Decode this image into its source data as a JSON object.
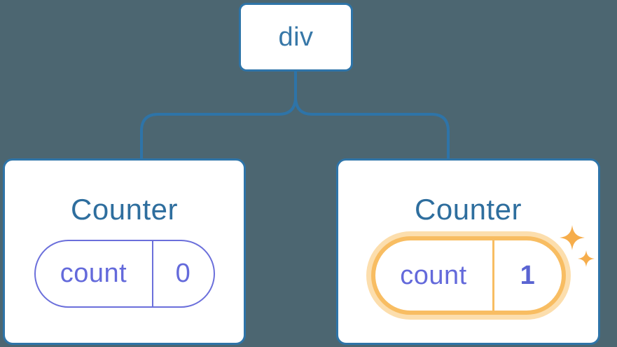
{
  "tree": {
    "root": {
      "label": "div"
    },
    "nodes": [
      {
        "title": "Counter",
        "state": {
          "key": "count",
          "value": "0"
        },
        "highlighted": false
      },
      {
        "title": "Counter",
        "state": {
          "key": "count",
          "value": "1"
        },
        "highlighted": true
      }
    ]
  },
  "icons": {
    "sparkle_large": "sparkle-icon",
    "sparkle_small": "sparkle-icon"
  },
  "colors": {
    "background": "#4C6671",
    "card_fill": "#FFFFFF",
    "card_border": "#2E74A8",
    "connector_line": "#2E74A8",
    "root_label_text": "#3878A8",
    "card_title_text": "#2E6E9E",
    "state_border": "#6B6FDB",
    "state_text": "#646ADB",
    "state_value_highlight_text": "#5A64D2",
    "highlight_stroke": "#F8BD62",
    "highlight_glow": "#FCDEAD",
    "sparkle": "#F6AD4B"
  }
}
